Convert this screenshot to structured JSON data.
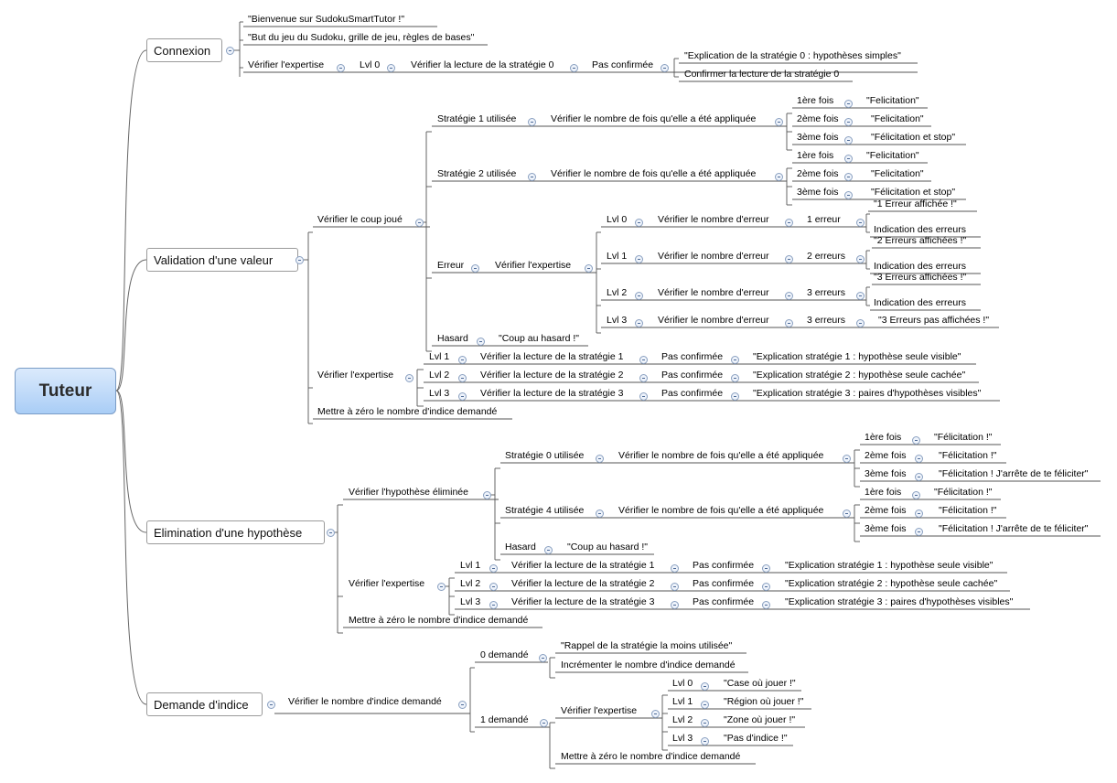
{
  "root": "Tuteur",
  "mindmap": {
    "connexion": {
      "label": "Connexion",
      "bienvenue": "\"Bienvenue sur SudokuSmartTutor !\"",
      "but": "\"But du jeu du Sudoku, grille de jeu, règles de bases\"",
      "verifier_expertise": "Vérifier l'expertise",
      "lvl0": "Lvl 0",
      "verifier_lecture": "Vérifier la lecture de la stratégie 0",
      "pas_confirmee": "Pas confirmée",
      "explication": "\"Explication de la stratégie 0 : hypothèses simples\"",
      "confirmer": "Confirmer la lecture de la stratégie 0"
    },
    "validation": {
      "label": "Validation d'une valeur",
      "verifier_coup": "Vérifier le coup joué",
      "strat1": "Stratégie 1 utilisée",
      "strat2": "Stratégie 2 utilisée",
      "verif_nb_fois": "Vérifier le nombre de fois qu'elle a été appliquée",
      "fois1": "1ère fois",
      "fois2": "2ème fois",
      "fois3": "3ème fois",
      "felicitation": "\"Felicitation\"",
      "felicitation_stop": "\"Félicitation et stop\"",
      "erreur": "Erreur",
      "verifier_expertise": "Vérifier l'expertise",
      "lvl0": "Lvl 0",
      "lvl1": "Lvl 1",
      "lvl2": "Lvl 2",
      "lvl3": "Lvl 3",
      "verif_nb_erreur": "Vérifier le nombre d'erreur",
      "e1": "1 erreur",
      "e2": "2 erreurs",
      "e3": "3 erreurs",
      "aff1": "\"1 Erreur affichée !\"",
      "aff2": "\"2 Erreurs affichées !\"",
      "aff3": "\"3 Erreurs affichées !\"",
      "aff3p": "\"3 Erreurs pas affichées !\"",
      "indication": "Indication des erreurs",
      "hasard": "Hasard",
      "coup_hasard": "\"Coup au hasard !\"",
      "lecture1": "Vérifier la lecture de la stratégie 1",
      "lecture2": "Vérifier la lecture de la stratégie 2",
      "lecture3": "Vérifier la lecture de la stratégie 3",
      "pas_confirmee": "Pas confirmée",
      "expl1": "\"Explication stratégie 1 : hypothèse seule visible\"",
      "expl2": "\"Explication stratégie 2 : hypothèse seule cachée\"",
      "expl3": "\"Explication stratégie 3 : paires d'hypothèses visibles\"",
      "reset": "Mettre à zéro le nombre d'indice demandé"
    },
    "elimination": {
      "label": "Elimination d'une hypothèse",
      "verifier_hyp": "Vérifier l'hypothèse éliminée",
      "strat0": "Stratégie 0 utilisée",
      "strat4": "Stratégie 4 utilisée",
      "verif_nb_fois": "Vérifier le nombre de fois qu'elle a été appliquée",
      "fois1": "1ère fois",
      "fois2": "2ème fois",
      "fois3": "3ème fois",
      "felicitation": "\"Félicitation !\"",
      "felicitation_stop": "\"Félicitation ! J'arrête de te féliciter\"",
      "hasard": "Hasard",
      "coup_hasard": "\"Coup au hasard !\"",
      "verifier_expertise": "Vérifier l'expertise",
      "lvl1": "Lvl 1",
      "lvl2": "Lvl 2",
      "lvl3": "Lvl 3",
      "lecture1": "Vérifier la lecture de la stratégie 1",
      "lecture2": "Vérifier la lecture de la stratégie 2",
      "lecture3": "Vérifier la lecture de la stratégie 3",
      "pas_confirmee": "Pas confirmée",
      "expl1": "\"Explication stratégie 1 : hypothèse seule visible\"",
      "expl2": "\"Explication stratégie 2 : hypothèse seule cachée\"",
      "expl3": "\"Explication stratégie 3 : paires d'hypothèses visibles\"",
      "reset": "Mettre à zéro le nombre d'indice demandé"
    },
    "demande": {
      "label": "Demande d'indice",
      "verifier_nb": "Vérifier le nombre d'indice demandé",
      "d0": "0 demandé",
      "rappel": "\"Rappel de la stratégie la moins utilisée\"",
      "incrementer": "Incrémenter le nombre d'indice demandé",
      "d1": "1 demandé",
      "verifier_expertise": "Vérifier l'expertise",
      "lvl0": "Lvl 0",
      "lvl1": "Lvl 1",
      "lvl2": "Lvl 2",
      "lvl3": "Lvl 3",
      "case": "\"Case où jouer !\"",
      "region": "\"Région où jouer !\"",
      "zone": "\"Zone où jouer !\"",
      "pas": "\"Pas d'indice !\"",
      "reset": "Mettre à zéro le nombre d'indice demandé"
    }
  }
}
